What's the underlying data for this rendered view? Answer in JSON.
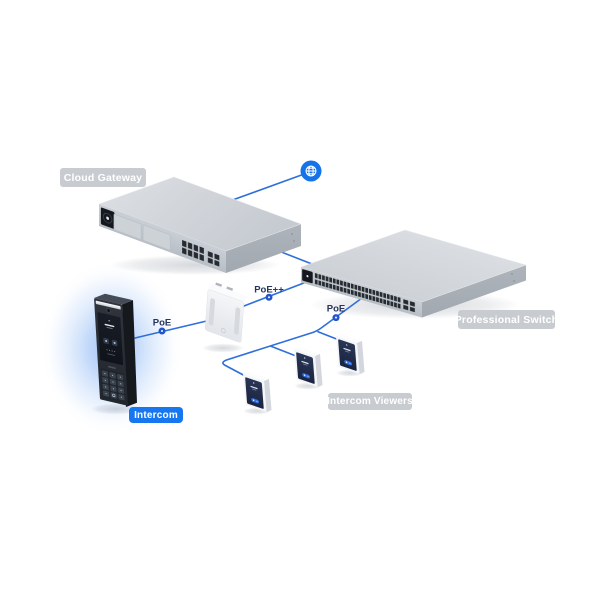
{
  "page": {
    "background": "#ffffff"
  },
  "labels": {
    "cloud_gateway": "Cloud Gateway",
    "professional_switch": "Professional Switch",
    "intercom": "Intercom",
    "intercom_viewers": "Intercom Viewers"
  },
  "connection_labels": {
    "switch_to_adapter": "PoE++",
    "adapter_to_intercom": "PoE",
    "switch_to_viewers": "PoE"
  },
  "icons": {
    "internet": "globe-icon"
  },
  "colors": {
    "connection_line": "#2e6fdb",
    "node_dot": "#2254cb",
    "poe_text": "#27345f",
    "globe_blue": "#1473e8",
    "badge_gray": "#c8ccd1",
    "badge_blue": "#1677f0",
    "badge_text": "#ffffff",
    "intercom_glow": "#9cc0f6"
  }
}
